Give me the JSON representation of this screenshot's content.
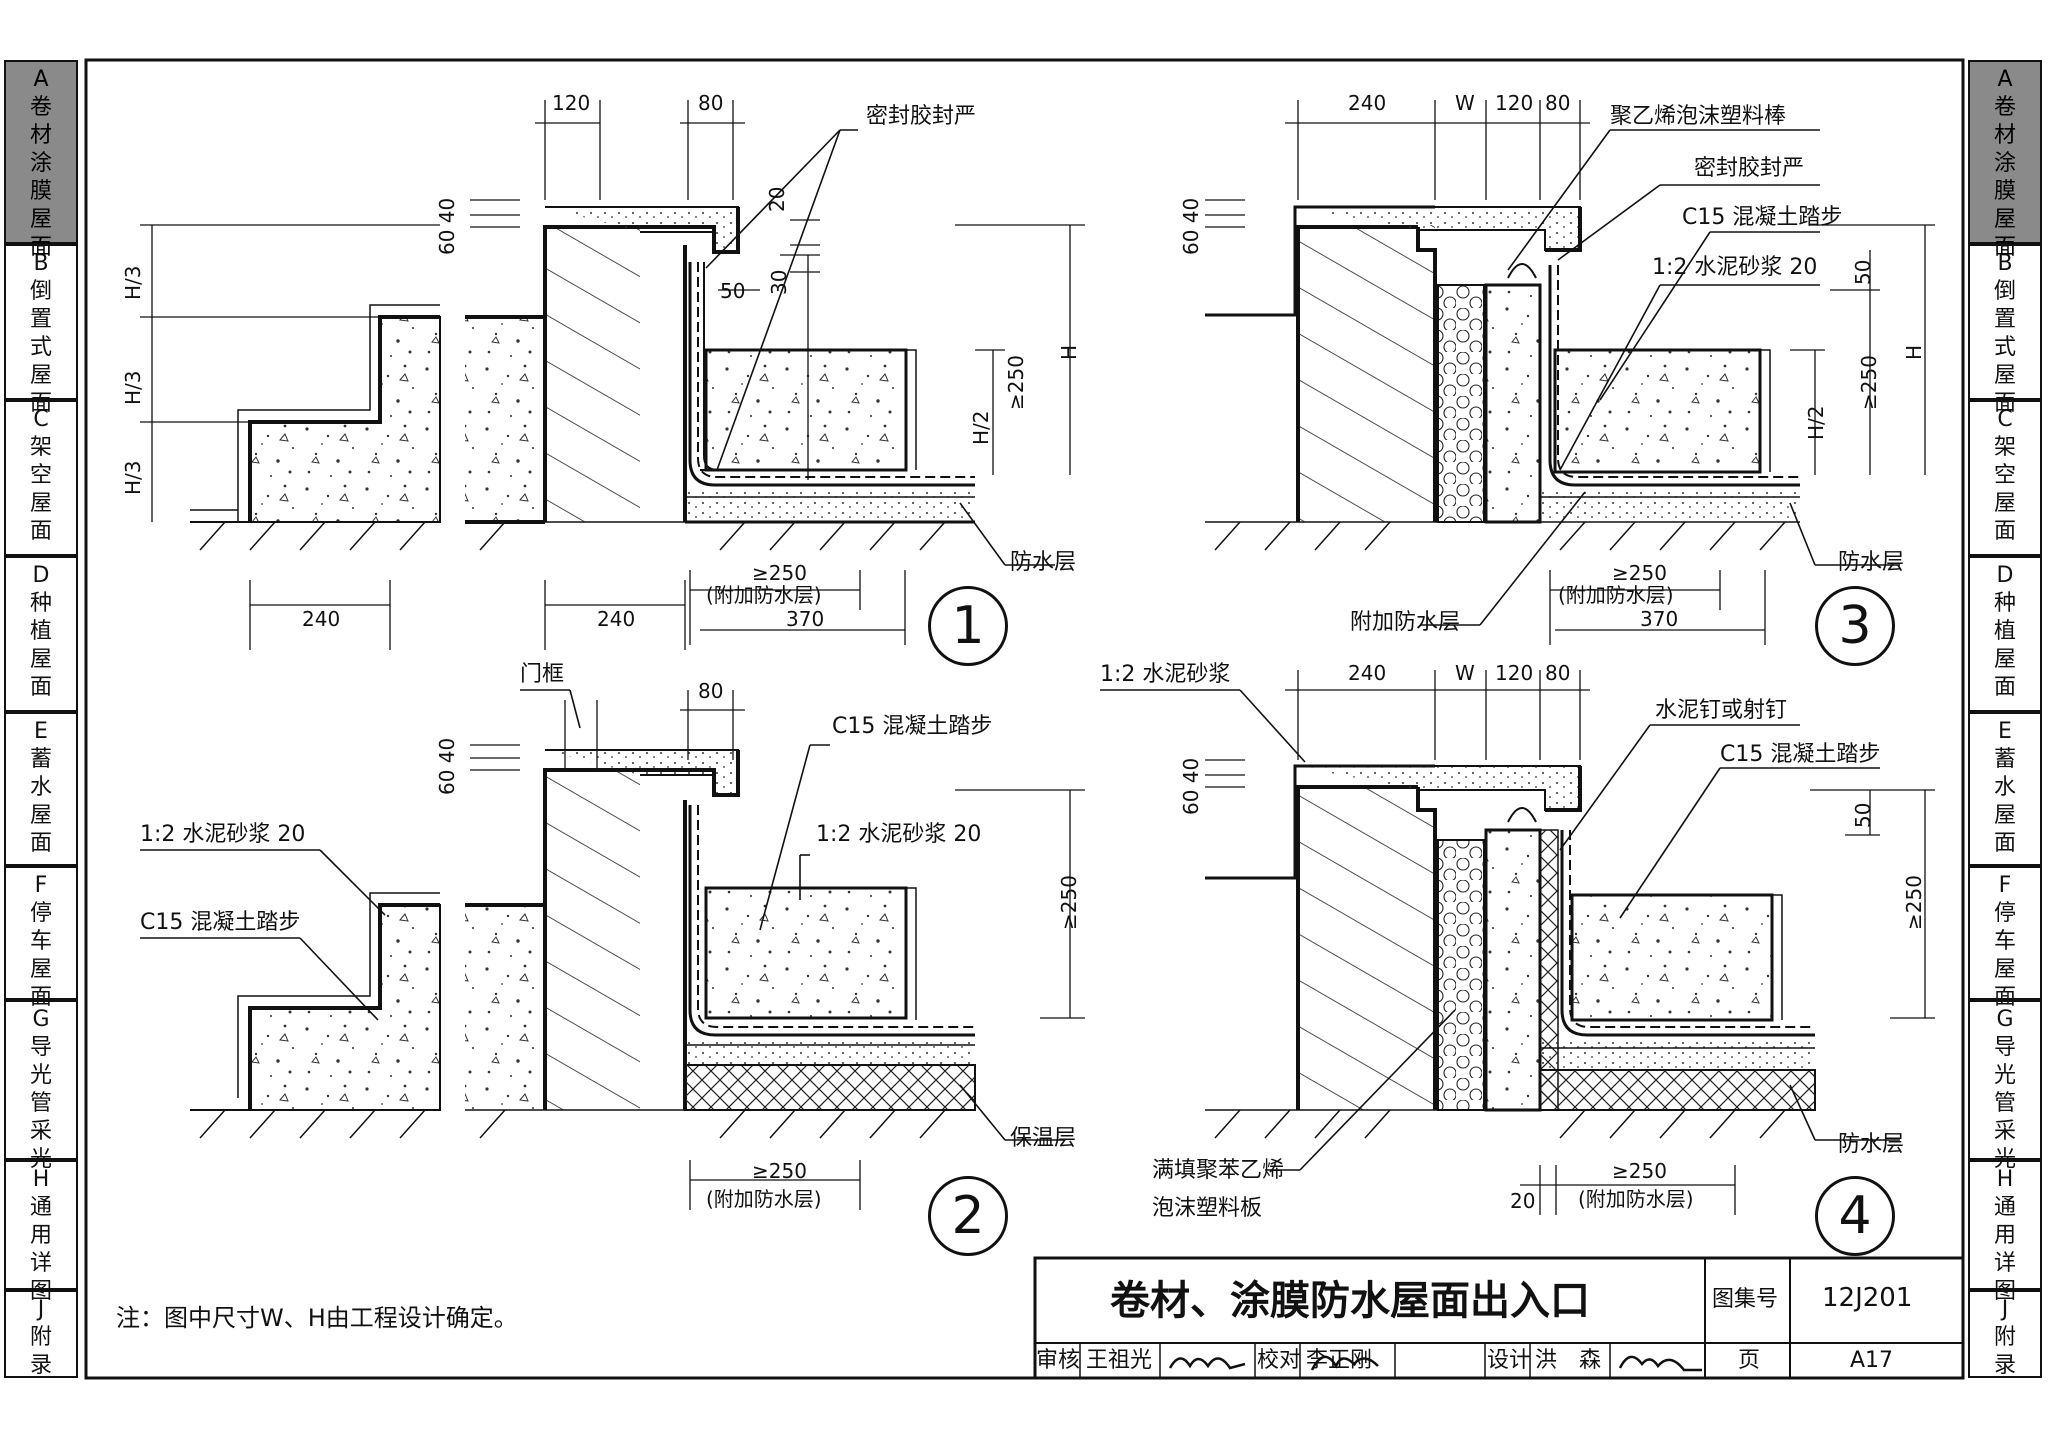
{
  "left_tabs": [
    {
      "letter": "A",
      "text": "卷材涂膜屋面",
      "active": true
    },
    {
      "letter": "B",
      "text": "倒置式屋面",
      "active": false
    },
    {
      "letter": "C",
      "text": "架空屋面",
      "active": false
    },
    {
      "letter": "D",
      "text": "种植屋面",
      "active": false
    },
    {
      "letter": "E",
      "text": "蓄水屋面",
      "active": false
    },
    {
      "letter": "F",
      "text": "停车屋面",
      "active": false
    },
    {
      "letter": "G",
      "text": "导光管采光",
      "active": false
    },
    {
      "letter": "H",
      "text": "通用详图",
      "active": false
    },
    {
      "letter": "J",
      "text": "附录",
      "active": false
    }
  ],
  "detail1": {
    "number": "1",
    "dims": {
      "d120": "120",
      "d80": "80",
      "d6040": "60 40",
      "d20": "20",
      "d30": "30",
      "d50": "50",
      "h3a": "H/3",
      "h3b": "H/3",
      "h3c": "H/3",
      "h2": "H/2",
      "ge250v": "≥250",
      "H": "H",
      "d240a": "240",
      "d240b": "240",
      "ge250": "≥250",
      "fjfs": "(附加防水层)",
      "d370": "370"
    },
    "labels": {
      "seal": "密封胶封严",
      "waterproof": "防水层"
    }
  },
  "detail2": {
    "number": "2",
    "dims": {
      "d80": "80",
      "d6040": "60 40",
      "ge250v": "≥250",
      "ge250": "≥250",
      "fjfs": "(附加防水层)"
    },
    "labels": {
      "doorframe": "门框",
      "mortar": "1:2 水泥砂浆 20",
      "concrete": "C15 混凝土踏步",
      "c15": "C15 混凝土踏步",
      "mortar2": "1:2 水泥砂浆 20",
      "insulation": "保温层"
    }
  },
  "detail3": {
    "number": "3",
    "dims": {
      "d240": "240",
      "W": "W",
      "d120": "120",
      "d80": "80",
      "d6040": "60 40",
      "d50": "50",
      "h2": "H/2",
      "ge250v": "≥250",
      "H": "H",
      "ge250": "≥250",
      "fjfs": "(附加防水层)",
      "d370": "370"
    },
    "labels": {
      "pe": "聚乙烯泡沫塑料棒",
      "seal": "密封胶封严",
      "c15": "C15 混凝土踏步",
      "mortar": "1:2 水泥砂浆 20",
      "addl": "附加防水层",
      "waterproof": "防水层"
    }
  },
  "detail4": {
    "number": "4",
    "dims": {
      "d240": "240",
      "W": "W",
      "d120": "120",
      "d80": "80",
      "d6040": "60 40",
      "d50": "50",
      "ge250v": "≥250",
      "d20": "20",
      "ge250": "≥250",
      "fjfs": "(附加防水层)"
    },
    "labels": {
      "mortar": "1:2 水泥砂浆",
      "nail": "水泥钉或射钉",
      "c15": "C15 混凝土踏步",
      "eps1": "满填聚苯乙烯",
      "eps2": "泡沫塑料板",
      "waterproof": "防水层"
    }
  },
  "note": "注：图中尺寸W、H由工程设计确定。",
  "title_block": {
    "title": "卷材、涂膜防水屋面出入口",
    "atlas_label": "图集号",
    "atlas_no": "12J201",
    "review_label": "审核",
    "reviewer": "王祖光",
    "check_label": "校对",
    "checker": "李正刚",
    "design_label": "设计",
    "designer": "洪　森",
    "page_label": "页",
    "page_no": "A17"
  }
}
